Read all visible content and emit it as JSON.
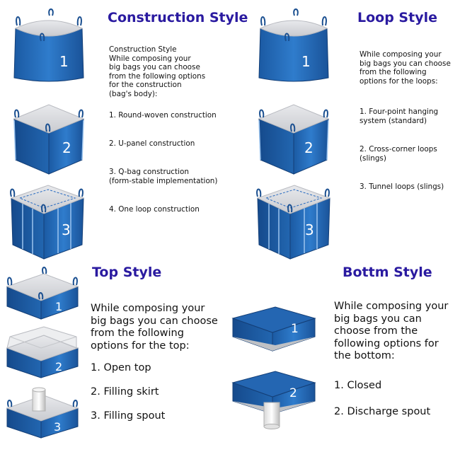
{
  "construction": {
    "title": "Construction Style",
    "heading": "Construction Style",
    "intro": [
      "While composing your",
      "big bags you can choose",
      "from the following options",
      "for the construction",
      "(bag's body):"
    ],
    "options": [
      "1. Round-woven construction",
      "2. U-panel construction",
      "3. Q-bag construction",
      "(form-stable implementation)",
      "4. One loop construction"
    ],
    "bag_numbers": [
      "1",
      "2",
      "3"
    ]
  },
  "loop": {
    "title": "Loop Style",
    "intro": [
      "While composing your",
      "big bags you can choose",
      "from the following",
      "options for the loops:"
    ],
    "options": [
      "1. Four-point hanging",
      "system (standard)",
      "2. Cross-corner loops",
      "(slings)",
      "3. Tunnel loops (slings)"
    ],
    "bag_numbers": [
      "1",
      "2",
      "3"
    ]
  },
  "top": {
    "title": "Top Style",
    "intro": [
      "While composing your",
      "big bags you can choose",
      "from the following",
      "options for the top:"
    ],
    "options": [
      "1. Open top",
      "2. Filling skirt",
      "3. Filling spout"
    ],
    "bag_numbers": [
      "1",
      "2",
      "3"
    ]
  },
  "bottom": {
    "title": "Bottm Style",
    "intro": [
      "While composing your",
      "big bags you can",
      "choose from the",
      "following options for",
      "the bottom:"
    ],
    "options": [
      "1. Closed",
      "2. Discharge spout"
    ],
    "bag_numbers": [
      "1",
      "2"
    ]
  },
  "colors": {
    "title": "#2a1aa0",
    "bag_blue": "#1d5fa8",
    "bag_top": "#dcdde0"
  }
}
